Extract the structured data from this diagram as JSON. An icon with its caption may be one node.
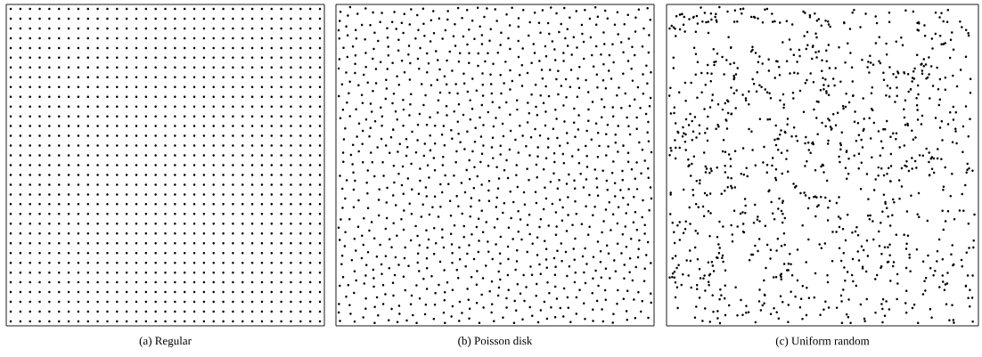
{
  "diagram": {
    "labels": [
      "(a) Regular",
      "(b) Poisson disk",
      "(c) Uniform random"
    ]
  }
}
